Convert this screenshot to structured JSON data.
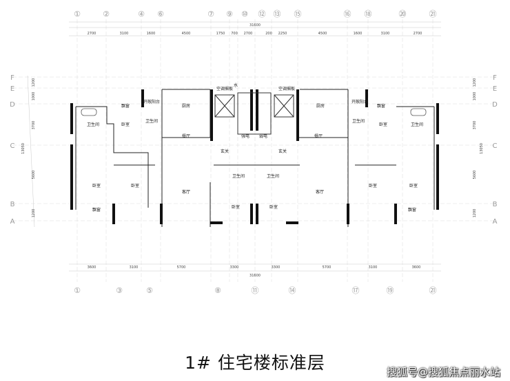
{
  "title": "1# 住宅楼标准层",
  "watermark": "搜狐号@搜狐焦点丽水站",
  "overall_dimension": "31600",
  "left_dimension": "13050",
  "top_dimensions": [
    "2700",
    "3100",
    "1600",
    "4500",
    "1750",
    "700",
    "2700",
    "200",
    "2250",
    "4500",
    "1600",
    "3100",
    "2700"
  ],
  "bottom_dimensions": [
    "3600",
    "3100",
    "5700",
    "3300",
    "3300",
    "5700",
    "3100",
    "3600"
  ],
  "left_dims": [
    "1200",
    "1000",
    "3700",
    "5600",
    "1200"
  ],
  "top_axes": [
    "①",
    "②",
    "④",
    "⑥",
    "⑦",
    "⑨",
    "⑩",
    "⑫",
    "⑬",
    "⑮",
    "⑯",
    "⑱",
    "⑳",
    "㉑"
  ],
  "bottom_axes": [
    "①",
    "③",
    "⑤",
    "⑧",
    "⑪",
    "⑭",
    "⑰",
    "⑲",
    "㉑"
  ],
  "row_axes": [
    "F",
    "E",
    "D",
    "C",
    "B",
    "A"
  ],
  "rooms": {
    "bedroom": "卧室",
    "bay_window": "飘窗",
    "bathroom": "卫生间",
    "kitchen": "厨房",
    "dining": "餐厅",
    "living": "客厅",
    "foyer": "玄关",
    "open_balcony": "开敞阳台",
    "ac_shelf": "空调搁板",
    "strong_elec": "强电",
    "weak_elec": "弱电",
    "water": "水"
  }
}
